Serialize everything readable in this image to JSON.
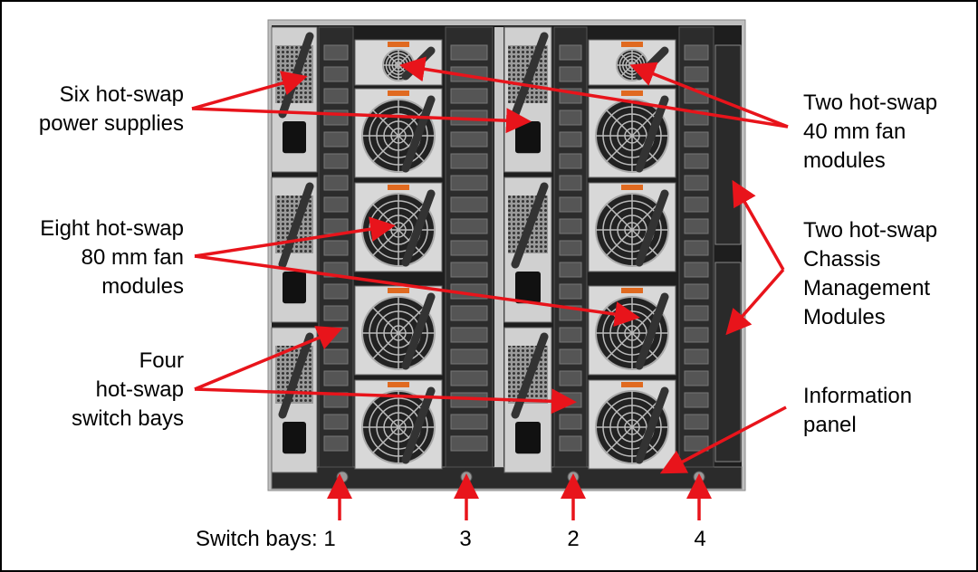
{
  "colors": {
    "arrow": "#e8141b",
    "chassis": "#2a2a2a",
    "metal": "#c9c9c9"
  },
  "labels": {
    "power_supplies": [
      "Six hot-swap",
      "power supplies"
    ],
    "fans_80": [
      "Eight hot-swap",
      "80 mm fan",
      "modules"
    ],
    "switch_bays": [
      "Four",
      "hot-swap",
      "switch bays"
    ],
    "fans_40": [
      "Two hot-swap",
      "40 mm fan",
      "modules"
    ],
    "cmm": [
      "Two hot-swap",
      "Chassis",
      "Management",
      "Modules"
    ],
    "info_panel": [
      "Information",
      "panel"
    ]
  },
  "bottom": {
    "prefix": "Switch bays: ",
    "bays": [
      "1",
      "3",
      "2",
      "4"
    ]
  }
}
